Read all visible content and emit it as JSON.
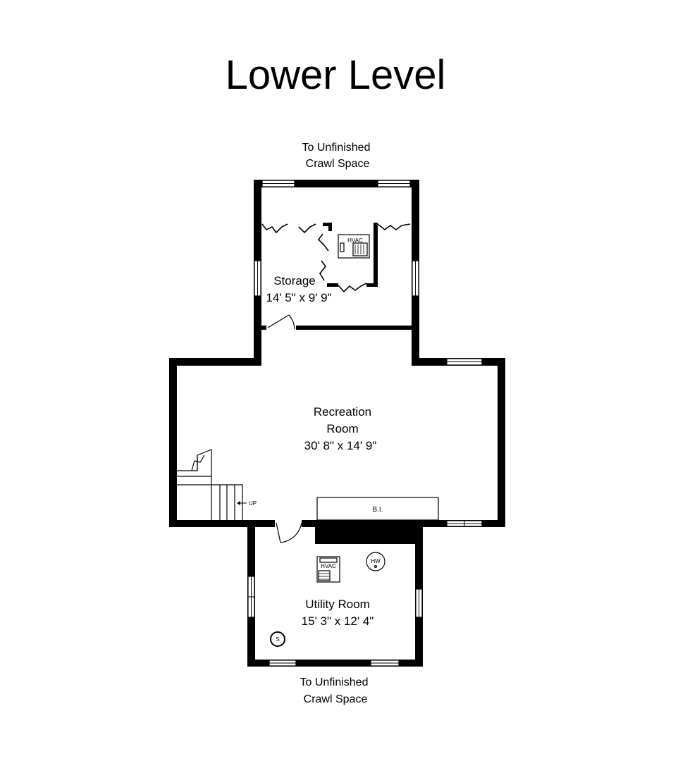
{
  "title": "Lower Level",
  "top_note": {
    "line1": "To Unfinished",
    "line2": "Crawl Space"
  },
  "bottom_note": {
    "line1": "To Unfinished",
    "line2": "Crawl Space"
  },
  "rooms": {
    "storage": {
      "name": "Storage",
      "dims": "14' 5\" x 9' 9\""
    },
    "recreation": {
      "name_line1": "Recreation",
      "name_line2": "Room",
      "dims": "30' 8\" x 14' 9\""
    },
    "utility": {
      "name": "Utility Room",
      "dims": "15' 3\" x 12' 4\""
    }
  },
  "fixtures": {
    "hvac_storage": "HVAC",
    "hvac_utility": "HVAC",
    "water_heater": "HW",
    "built_in": "B.I.",
    "sump": "S",
    "stairs_up": "UP"
  }
}
